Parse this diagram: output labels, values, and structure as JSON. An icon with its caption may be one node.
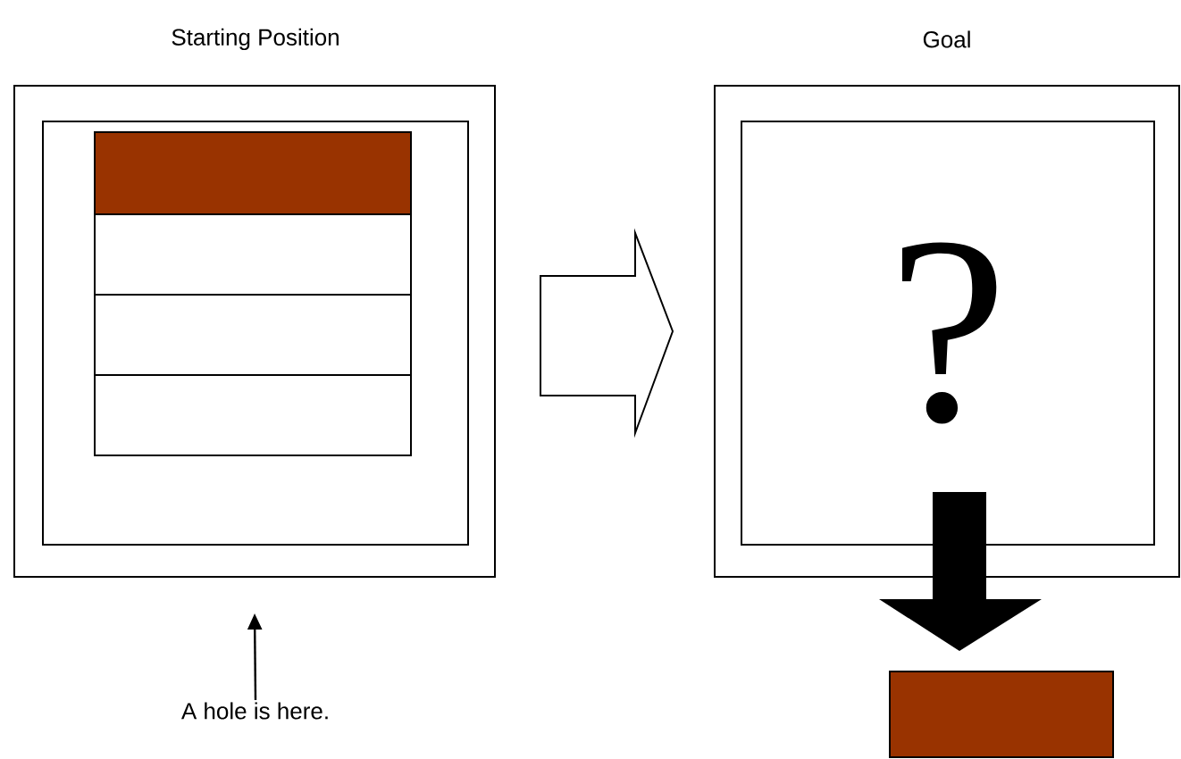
{
  "diagram": {
    "nodes": [
      {
        "text": [
          "Starting Position"
        ]
      },
      {
        "text": [],
        "shape": "box",
        "in": 0
      },
      {
        "text": [],
        "shape": "box",
        "in": 1
      },
      {
        "text": [],
        "shape": "box",
        "in": 1
      },
      {
        "text": [],
        "shape": "box",
        "in": 1
      },
      {
        "text": [],
        "shape": "box",
        "in": 1
      },
      {
        "text": [
          "A hole is here."
        ]
      },
      {
        "text": [
          "Goal"
        ]
      },
      {
        "text": [
          "?"
        ],
        "in": 7
      },
      {
        "text": [],
        "shape": "box"
      }
    ],
    "edges": [
      {
        "from": 6,
        "to": 0,
        "arrow": "to"
      },
      {
        "from": 0,
        "to": 7,
        "arrow": "to"
      },
      {
        "from": 8,
        "to": 9,
        "arrow": "to",
        "style": "thick"
      }
    ]
  }
}
